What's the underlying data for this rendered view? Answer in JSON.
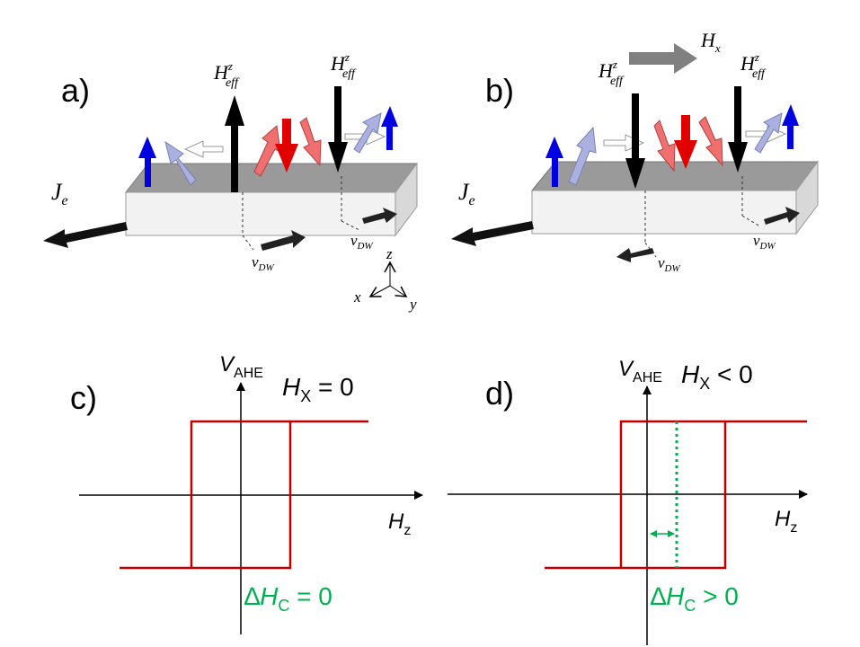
{
  "panels": {
    "a": {
      "label": "a)",
      "heff_left_main": "H",
      "heff_left_sup": "z",
      "heff_left_sub": "eff",
      "heff_right_main": "H",
      "heff_right_sup": "z",
      "heff_right_sub": "eff",
      "je_main": "J",
      "je_sub": "e",
      "vdw1_main": "v",
      "vdw1_sub": "DW",
      "vdw2_main": "v",
      "vdw2_sub": "DW",
      "axis_x": "x",
      "axis_y": "y",
      "axis_z": "z"
    },
    "b": {
      "label": "b)",
      "hx_main": "H",
      "hx_sub": "x",
      "heff_left_main": "H",
      "heff_left_sup": "z",
      "heff_left_sub": "eff",
      "heff_right_main": "H",
      "heff_right_sup": "z",
      "heff_right_sub": "eff",
      "je_main": "J",
      "je_sub": "e",
      "vdw1_main": "v",
      "vdw1_sub": "DW",
      "vdw2_main": "v",
      "vdw2_sub": "DW"
    },
    "c": {
      "label": "c)",
      "yaxis_main": "V",
      "yaxis_sub": "AHE",
      "xaxis_main": "H",
      "xaxis_sub": "z",
      "cond_main": "H",
      "cond_sub": "X",
      "cond_rel": " = 0",
      "delta_sym": "∆",
      "delta_main": "H",
      "delta_sub": "C",
      "delta_rel": " = 0"
    },
    "d": {
      "label": "d)",
      "yaxis_main": "V",
      "yaxis_sub": "AHE",
      "xaxis_main": "H",
      "xaxis_sub": "z",
      "cond_main": "H",
      "cond_sub": "X",
      "cond_rel": " < 0",
      "delta_sym": "∆",
      "delta_main": "H",
      "delta_sub": "C",
      "delta_rel": " > 0"
    }
  },
  "colors": {
    "loop": "#c00000",
    "shift": "#00b050",
    "spin_blue": "#0000e0",
    "spin_lavender": "#aab0e0",
    "spin_red": "#e00000",
    "spin_pink": "#f07070",
    "bar_top": "#9a9a9a",
    "bar_front": "#f2f2f2",
    "bar_side": "#d8d8d8",
    "hx_arrow": "#808080"
  }
}
